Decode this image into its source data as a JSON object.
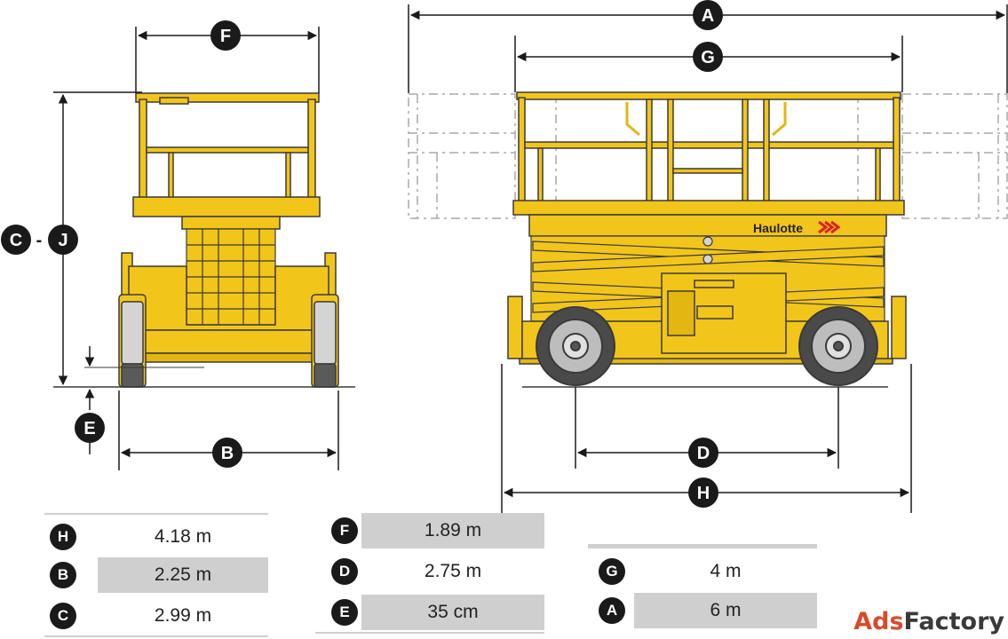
{
  "dimension_letters": {
    "A": "A",
    "B": "B",
    "C": "C",
    "D": "D",
    "E": "E",
    "F": "F",
    "G": "G",
    "H": "H",
    "J": "J",
    "cj_separator": "-"
  },
  "brand_label": "Haulotte",
  "specs": {
    "col1": [
      {
        "letter": "H",
        "value": "4.18 m"
      },
      {
        "letter": "B",
        "value": "2.25 m"
      },
      {
        "letter": "C",
        "value": "2.99 m"
      }
    ],
    "col2": [
      {
        "letter": "F",
        "value": "1.89 m"
      },
      {
        "letter": "D",
        "value": "2.75 m"
      },
      {
        "letter": "E",
        "value": "35 cm"
      }
    ],
    "col3": [
      {
        "letter": "G",
        "value": "4 m"
      },
      {
        "letter": "A",
        "value": "6 m"
      }
    ]
  },
  "watermark": {
    "part1": "Ads",
    "part2": "Factory"
  },
  "colors": {
    "machine_yellow": "#f2c51a",
    "outline": "#3a3a3a",
    "badge": "#1a1a1a",
    "row_shade": "#cfcfcf",
    "dashed": "#a8a8a8",
    "chevron_red": "#d8232a"
  }
}
